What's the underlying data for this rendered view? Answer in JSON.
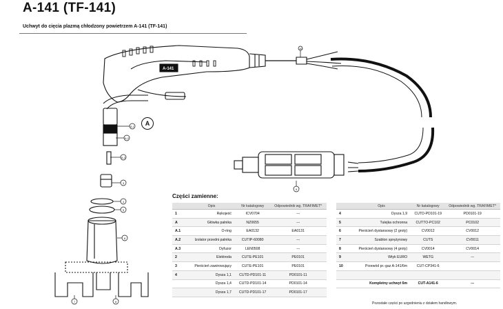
{
  "header": {
    "title": "A-141 (TF-141)",
    "subtitle": "Uchwyt do cięcia plazmą chłodzony powietrzem A-141 (TF-141)"
  },
  "drawing": {
    "marker_a": "A",
    "callouts": [
      "A.1",
      "A.2",
      "A.3",
      "1",
      "2",
      "3",
      "4",
      "5",
      "6",
      "7",
      "8",
      "9",
      "10"
    ],
    "handle_text": "A-141"
  },
  "parts": {
    "section_title": "Części zamienne:",
    "columns": [
      "Opis",
      "Nr katalogowy",
      "Odpowiednik wg. TRAFIMET*"
    ],
    "left_rows": [
      {
        "no": "1",
        "name": "Rękojeść",
        "cat": "ICV0704",
        "eq": "---"
      },
      {
        "no": "A",
        "name": "Główka palnika",
        "cat": "NZ0655",
        "eq": "---"
      },
      {
        "no": "A.1",
        "name": "O-ring",
        "cat": "EA0132",
        "eq": "EA0131"
      },
      {
        "no": "A.2",
        "name": "Izolator przedni palnika",
        "cat": "CUTIP-60080",
        "eq": "---"
      },
      {
        "no": "A.3",
        "name": "Dyfuzor",
        "cat": "LEN0508",
        "eq": "---"
      },
      {
        "no": "2",
        "name": "Elektroda",
        "cat": "CUTE-PE101",
        "eq": "PE0101"
      },
      {
        "no": "3",
        "name": "Pierścień zawirowujący",
        "cat": "CUTE-PE101",
        "eq": "PE0101"
      },
      {
        "no": "4",
        "name": "Dysza 1,1",
        "cat": "CUTD-PD101-11",
        "eq": "PD0101-11"
      },
      {
        "no": "",
        "name": "Dysza 1,4",
        "cat": "CUTD-PD101-14",
        "eq": "PD0101-14"
      },
      {
        "no": "",
        "name": "Dysza 1,7",
        "cat": "CUTD-PD101-17",
        "eq": "PD0101-17"
      }
    ],
    "right_rows": [
      {
        "no": "4",
        "name": "Dysza 1,9",
        "cat": "CUTD-PD101-19",
        "eq": "PD0101-19"
      },
      {
        "no": "5",
        "name": "Tulejka ochronna",
        "cat": "CUTTO-PC102",
        "eq": "PC0102"
      },
      {
        "no": "6",
        "name": "Pierścień dystansowy (2 groty)",
        "cat": "CV0012",
        "eq": "CV0012"
      },
      {
        "no": "7",
        "name": "Szablon sprężynowy",
        "cat": "CUTS",
        "eq": "CV0011"
      },
      {
        "no": "8",
        "name": "Pierścień dystansowy (4 groty)",
        "cat": "CV0014",
        "eq": "CV0014"
      },
      {
        "no": "9",
        "name": "Wtyk EURO",
        "cat": "WETG",
        "eq": "---"
      },
      {
        "no": "10",
        "name": "Przewód pr.-gaz A-141/6m",
        "cat": "CUT-CP341-6",
        "eq": ""
      },
      {
        "no": "",
        "name": "",
        "cat": "",
        "eq": ""
      },
      {
        "no": "",
        "name": "Kompletny uchwyt 6m",
        "cat": "CUT-A141-6",
        "eq": "---"
      }
    ],
    "note": "Pozostałe części po uzgodnieniu z działem handlowym."
  }
}
